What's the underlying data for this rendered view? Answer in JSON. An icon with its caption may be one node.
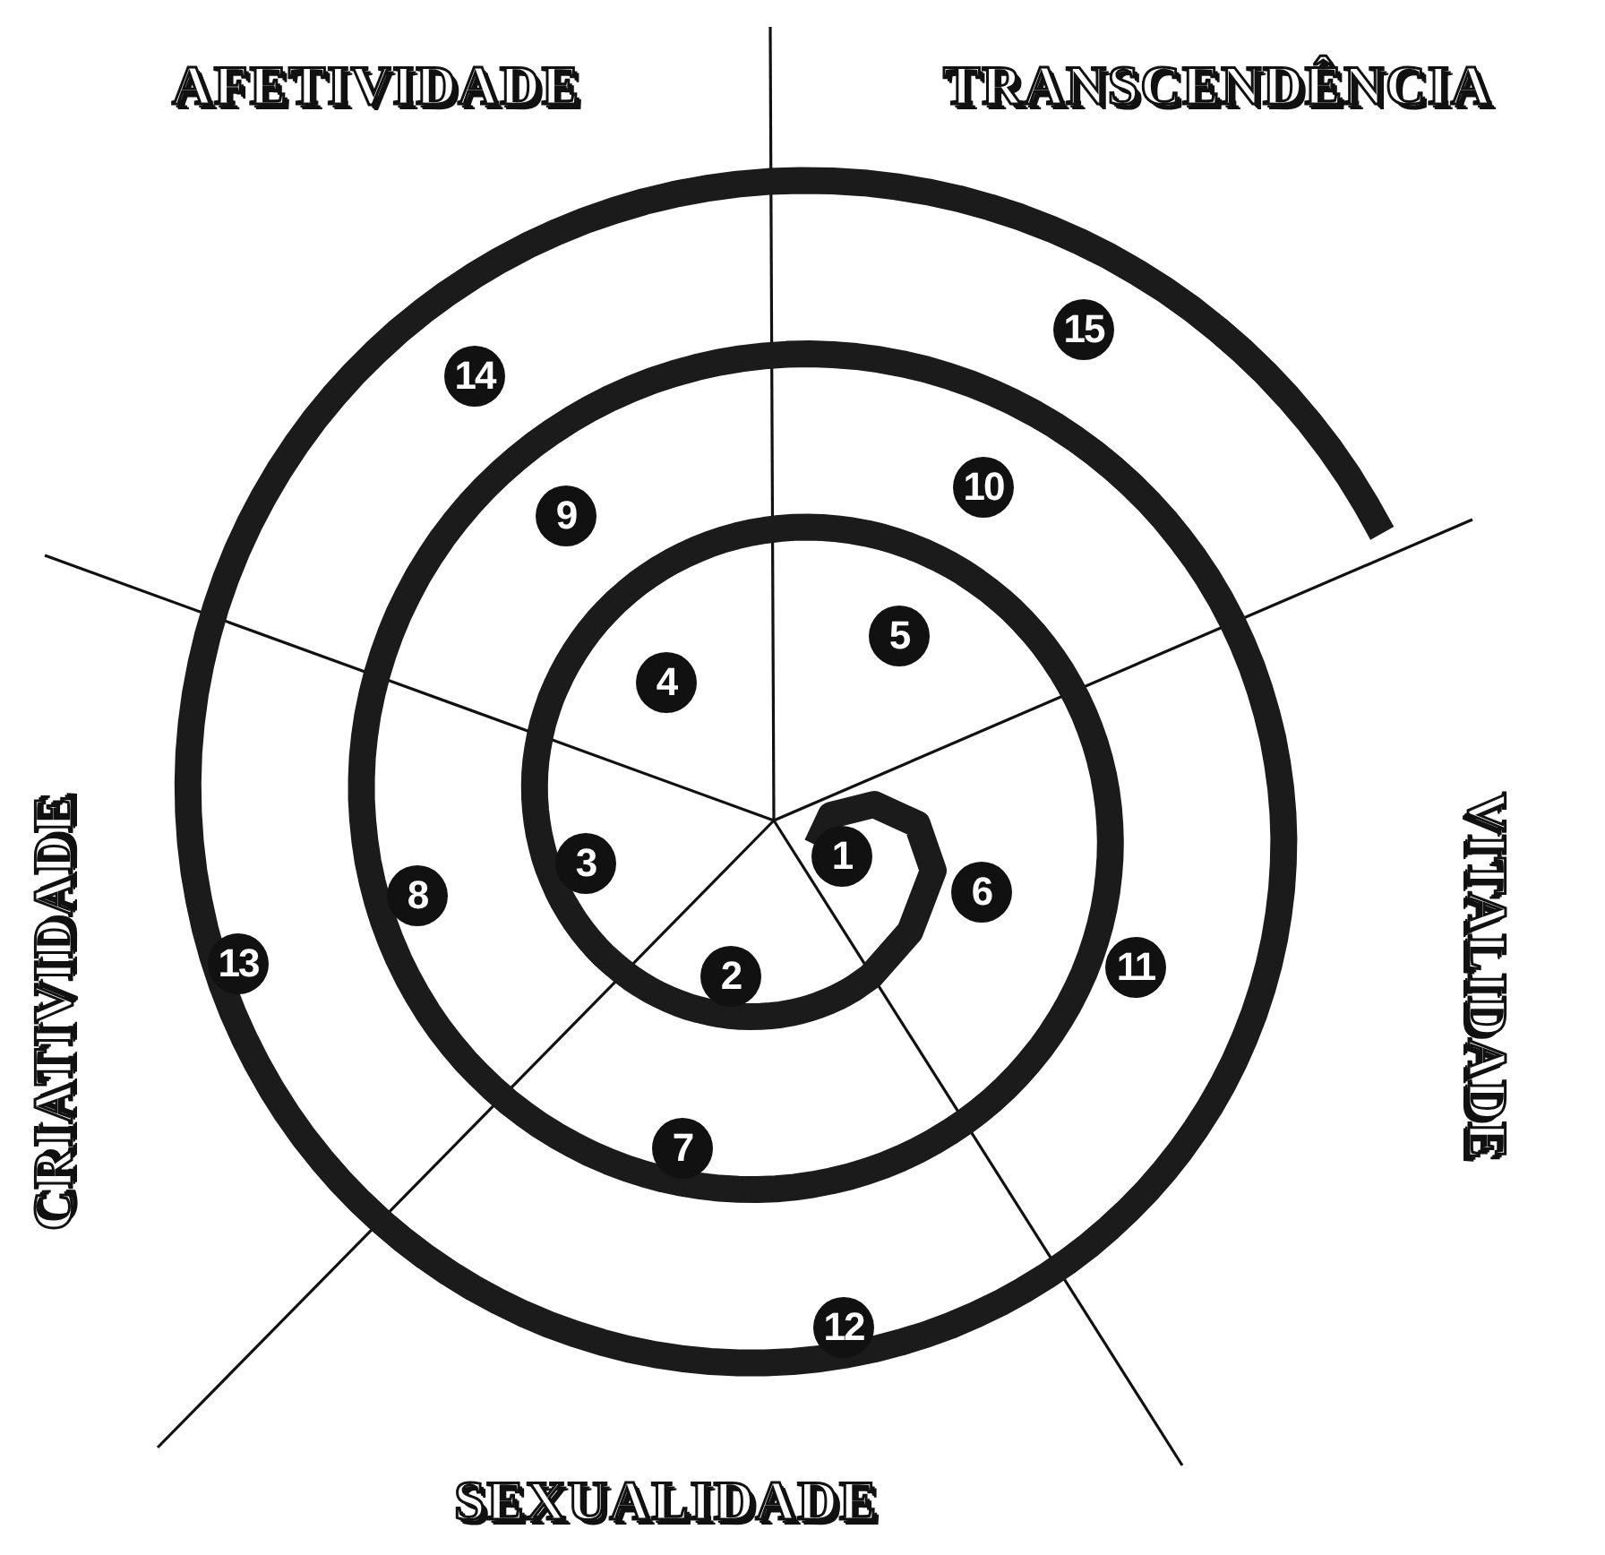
{
  "diagram": {
    "nodes": [
      {
        "text": [
          "1"
        ]
      },
      {
        "text": [
          "2"
        ]
      },
      {
        "text": [
          "3"
        ]
      },
      {
        "text": [
          "4"
        ]
      },
      {
        "text": [
          "5"
        ]
      },
      {
        "text": [
          "6"
        ]
      },
      {
        "text": [
          "7"
        ]
      },
      {
        "text": [
          "8"
        ]
      },
      {
        "text": [
          "9"
        ]
      },
      {
        "text": [
          "10"
        ]
      },
      {
        "text": [
          "11"
        ]
      },
      {
        "text": [
          "12"
        ]
      },
      {
        "text": [
          "13"
        ]
      },
      {
        "text": [
          "14"
        ]
      },
      {
        "text": [
          "15"
        ]
      }
    ],
    "labels": [
      "AFETIVIDADE",
      "TRANSCENDÊNCIA",
      "CRIATIVIDADE",
      "VITALIDADE",
      "SEXUALIDADE"
    ]
  }
}
